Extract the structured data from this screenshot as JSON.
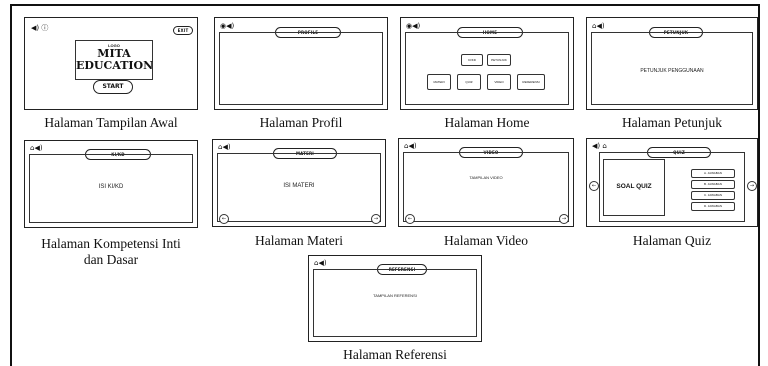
{
  "diagram": {
    "tampilan_awal": {
      "caption": "Halaman Tampilan Awal",
      "app_label": "LOGO",
      "title_line1": "MITA",
      "title_line2": "EDUCATION",
      "start_label": "START",
      "exit_label": "EXIT",
      "icons": "◀) ⓘ"
    },
    "profil": {
      "caption": "Halaman Profil",
      "pill": "PROFILE",
      "icons": "◉◀)"
    },
    "home": {
      "caption": "Halaman Home",
      "pill": "HOME",
      "icons": "◉◀)",
      "buttons": [
        "KI/KD",
        "PETUNJUK",
        "MATERI",
        "QUIZ",
        "VIDEO",
        "REFERENSI"
      ]
    },
    "petunjuk": {
      "caption": "Halaman Petunjuk",
      "pill": "PETUNJUK",
      "content": "PETUNJUK PENGGUNAAN",
      "icons": "⌂◀)"
    },
    "kikd": {
      "caption_line1": "Halaman Kompetensi Inti",
      "caption_line2": "dan Dasar",
      "pill": "KI/KD",
      "content": "ISI KI/KD",
      "icons": "⌂◀)"
    },
    "materi": {
      "caption": "Halaman Materi",
      "pill": "MATERI",
      "content": "ISI MATERI",
      "icons": "⌂◀)"
    },
    "video": {
      "caption": "Halaman Video",
      "pill": "VIDEO",
      "content": "TAMPILAN VIDEO",
      "icons": "⌂◀)"
    },
    "quiz": {
      "caption": "Halaman Quiz",
      "pill": "QUIZ",
      "content": "SOAL QUIZ",
      "options": [
        "A. JAWABAN",
        "B. JAWABAN",
        "C. JAWABAN",
        "D. JAWABAN"
      ],
      "icons": "◀) ⌂"
    },
    "referensi": {
      "caption": "Halaman Referensi",
      "pill": "REFERENSI",
      "content": "TAMPILAN REFERENSI",
      "icons": "⌂◀)"
    },
    "arrows": {
      "prev": "←",
      "next": "→"
    }
  }
}
